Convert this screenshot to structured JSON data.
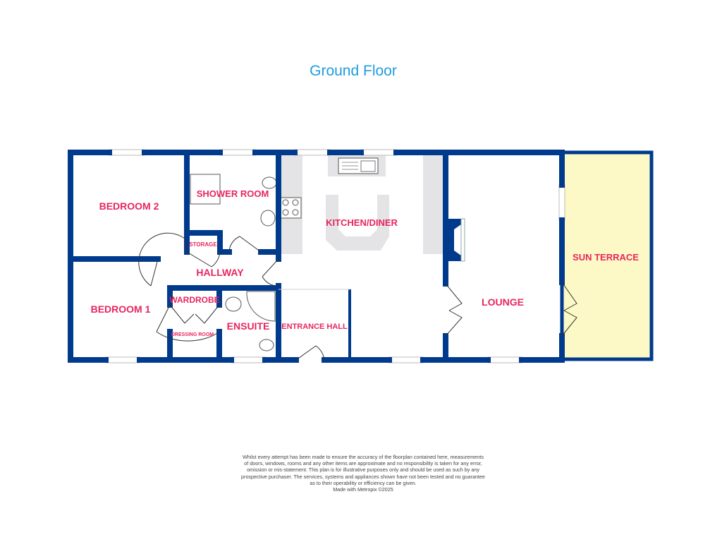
{
  "title": "Ground Floor",
  "colors": {
    "wall": "#003a8c",
    "label": "#e8265e",
    "title": "#1e9ce0",
    "terrace": "#fdf9c6",
    "fixture": "#e4e4e6"
  },
  "rooms": {
    "bedroom2": "BEDROOM 2",
    "shower_room": "SHOWER ROOM",
    "storage": "STORAGE",
    "kitchen_diner": "KITCHEN/DINER",
    "hallway": "HALLWAY",
    "bedroom1": "BEDROOM 1",
    "wardrobe": "WARDROBE",
    "dressing_room": "DRESSING ROOM",
    "ensuite": "ENSUITE",
    "entrance_hall": "ENTRANCE HALL",
    "lounge": "LOUNGE",
    "sun_terrace": "SUN TERRACE"
  },
  "disclaimer": {
    "lines": [
      "Whilst every attempt has been made to ensure the accuracy of the floorplan contained here, measurements",
      "of doors, windows, rooms and any other items are approximate and no responsibility is taken for any error,",
      "omission or mis-statement. This plan is for illustrative purposes only and should be used as such by any",
      "prospective purchaser. The services, systems and appliances shown have not been tested and no guarantee",
      "as to their operability or efficiency can be given."
    ],
    "credit": "Made with Metropix ©2025"
  }
}
